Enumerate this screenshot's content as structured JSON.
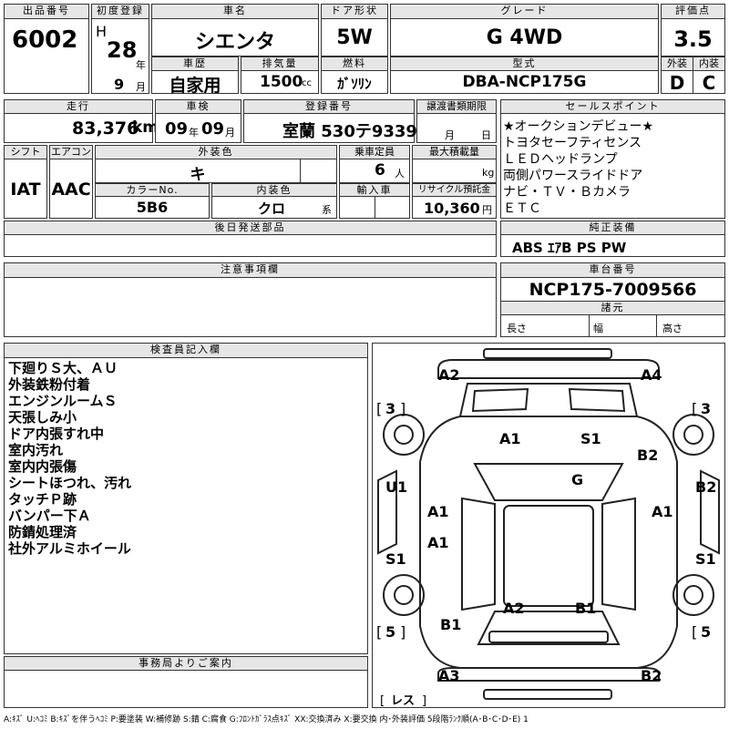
{
  "header": {
    "lot_no_label": "出品番号",
    "lot_no": "6002",
    "first_reg_label": "初度登録",
    "era": "H",
    "reg_year": "28",
    "year_unit": "年",
    "reg_month": "9",
    "month_unit": "月",
    "car_name_label": "車名",
    "car_name": "シエンタ",
    "door_label": "ドア形状",
    "door": "5W",
    "grade_label": "グレード",
    "grade": "G 4WD",
    "score_label": "評価点",
    "score": "3.5",
    "ext_label": "外装",
    "ext": "D",
    "int_label": "内装",
    "int": "C",
    "history_label": "車歴",
    "history": "自家用",
    "displacement_label": "排気量",
    "displacement": "1500",
    "displacement_unit": "cc",
    "fuel_label": "燃料",
    "fuel": "ｶﾞｿﾘﾝ",
    "model_label": "型式",
    "model": "DBA-NCP175G"
  },
  "row2": {
    "mileage_label": "走行",
    "mileage": "83,376",
    "mileage_unit": "km",
    "inspection_label": "車検",
    "insp_year": "09",
    "insp_year_unit": "年",
    "insp_month": "09",
    "insp_month_unit": "月",
    "plate_label": "登録番号",
    "plate": "室蘭 530テ9339",
    "transfer_label": "譲渡書類期限",
    "transfer_month_unit": "月",
    "transfer_day_unit": "日",
    "shift_label": "シフト",
    "shift": "IAT",
    "ac_label": "エアコン",
    "ac": "AAC",
    "ext_color_label": "外装色",
    "ext_color": "キ",
    "capacity_label": "乗車定員",
    "capacity": "6",
    "capacity_unit": "人",
    "max_load_label": "最大積載量",
    "max_load_unit": "kg",
    "color_no_label": "カラーNo.",
    "color_no": "5B6",
    "int_color_label": "内装色",
    "int_color": "クロ",
    "int_color_unit": "系",
    "import_label": "輸入車",
    "recycle_label": "リサイクル預託金",
    "recycle": "10,360",
    "recycle_unit": "円",
    "later_parts_label": "後日発送部品"
  },
  "sales_points": {
    "label": "セールスポイント",
    "lines": [
      "★オークションデビュー★",
      "トヨタセーフティセンス",
      "ＬＥＤヘッドランプ",
      "両側パワースライドドア",
      "ナビ・ＴＶ・Ｂカメラ",
      "ＥＴＣ"
    ]
  },
  "equipment": {
    "label": "純正装備",
    "value": "ABS ｴｱB PS PW"
  },
  "notes_label": "注意事項欄",
  "chassis": {
    "label": "車台番号",
    "value": "NCP175-7009566",
    "dims_label": "諸元",
    "length": "長さ",
    "width": "幅",
    "height": "高さ"
  },
  "inspector": {
    "label": "検査員記入欄",
    "lines": [
      "下廻りＳ大、ＡＵ",
      "外装鉄粉付着",
      "エンジンルームＳ",
      "天張しみ小",
      "ドア内張すれ中",
      "室内汚れ",
      "室内内張傷",
      "シートほつれ、汚れ",
      "タッチＰ跡",
      "バンパー下Ａ",
      "防錆処理済",
      "社外アルミホイール"
    ]
  },
  "office_label": "事務局よりご案内",
  "diagram": {
    "marks": {
      "a2_tl": "A2",
      "a4_tr": "A4",
      "n3_l": "3",
      "n3_r": "3",
      "a1_hood": "A1",
      "s1_hood": "S1",
      "b2_r": "B2",
      "u1_l": "U1",
      "g_roof": "G",
      "b2_rr": "B2",
      "a1_ld": "A1",
      "a1_rd": "A1",
      "a1_lr": "A1",
      "s1_l": "S1",
      "s1_r": "S1",
      "a2_trunk": "A2",
      "b1_trunk": "B1",
      "b1_bl": "B1",
      "n5_l": "5",
      "n5_r": "5",
      "a3_bl": "A3",
      "b2_br": "B2",
      "les": "レス"
    }
  },
  "legend": "A:ｷｽﾞ U:ﾍｺﾐ B:ｷｽﾞを伴うﾍｺﾐ P:要塗装 W:補修跡 S:錆 C:腐食 G:ﾌﾛﾝﾄｶﾞﾗｽ点ｷｽﾞ XX:交換済み X:要交換 内･外装評価 5段階ﾗﾝｸ順(A･B･C･D･E) 1"
}
